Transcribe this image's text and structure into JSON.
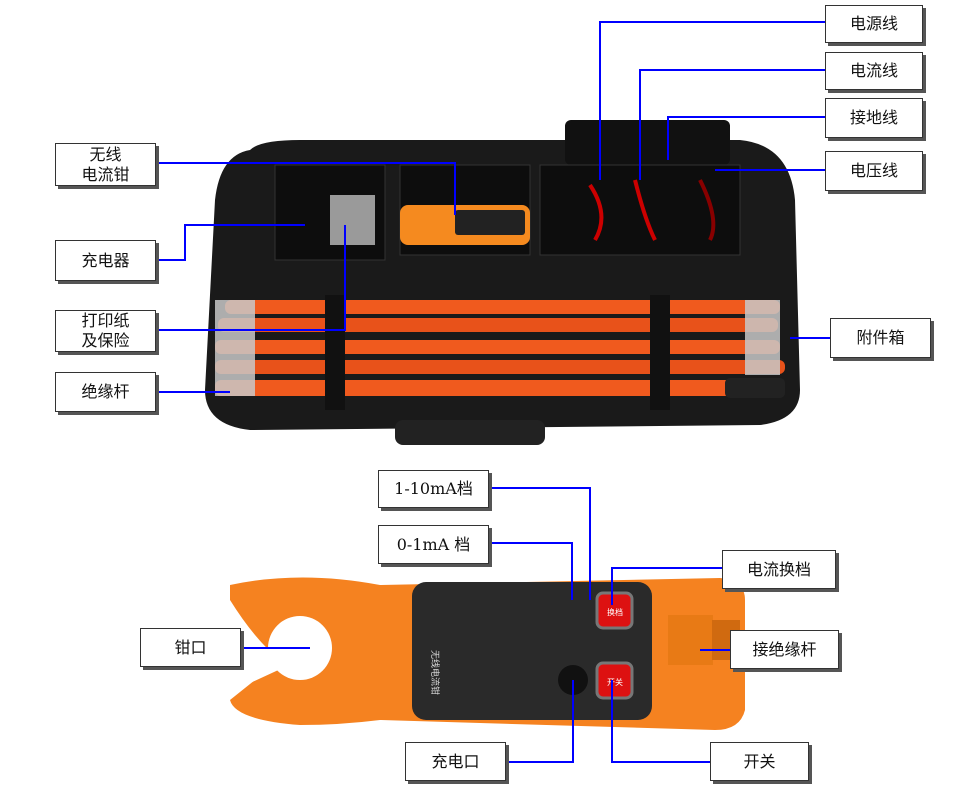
{
  "labels": {
    "power_cable": "电源线",
    "current_cable": "电流线",
    "ground_cable": "接地线",
    "voltage_cable": "电压线",
    "wireless_clamp_line1": "无线",
    "wireless_clamp_line2": "电流钳",
    "charger": "充电器",
    "paper_line1": "打印纸",
    "paper_line2": "及保险",
    "insulating_rod": "绝缘杆",
    "accessory_case": "附件箱",
    "range_high": "1-10mA档",
    "range_low": "0-1mA 档",
    "range_switch": "电流换档",
    "jaw": "钳口",
    "rod_connector": "接绝缘杆",
    "charge_port": "充电口",
    "power_switch": "开关"
  },
  "device": {
    "panel_title": "无线电流钳",
    "btn_range": "换档",
    "btn_power": "开关"
  },
  "colors": {
    "leader_line": "#0000ff",
    "pole": "#f05a1e",
    "device": "#f58220"
  }
}
